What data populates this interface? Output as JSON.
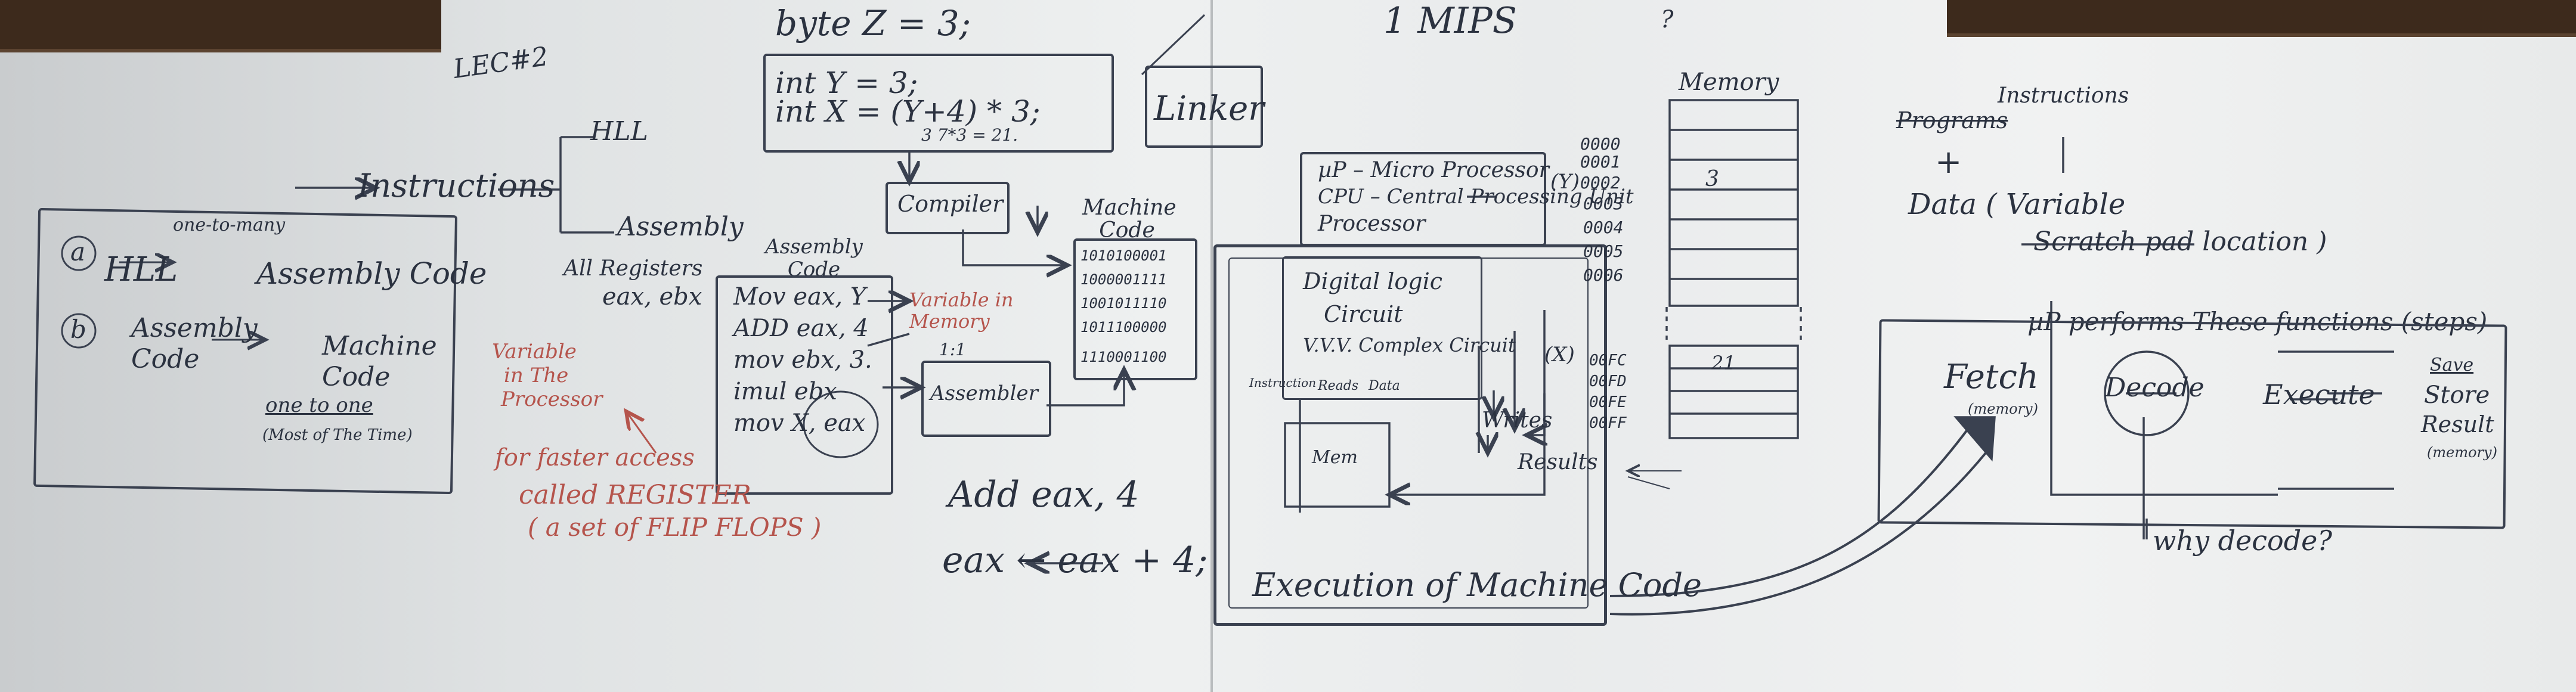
{
  "lecture": "LEC#2",
  "top_note": "byte Z = 3;",
  "mips": "1 MIPS",
  "q_mark": "?",
  "code": {
    "line1": "int Y = 3;",
    "line2": "int X = (Y+4) * 3;",
    "sub": "3   7*3 = 21."
  },
  "linker": "Linker",
  "instructions": "Instructions",
  "hll": "HLL",
  "assembly": "Assembly",
  "left_box": {
    "one_to_many": "one-to-many",
    "a": "a",
    "hll": "HLL",
    "assembly_code": "Assembly Code",
    "b": "b",
    "assembly_code2": "Assembly Code",
    "machine_code": "Machine Code",
    "one_to_one": "one to one",
    "most": "(Most of The Time)"
  },
  "registers": {
    "line1": "All Registers",
    "line2": "eax, ebx"
  },
  "asm": {
    "title": "Assembly Code",
    "lines": [
      "Mov eax, Y",
      "ADD eax, 4",
      "mov ebx, 3.",
      "imul ebx",
      "mov X, eax"
    ]
  },
  "var_memory": "Variable in Memory",
  "var_processor": {
    "line1": "Variable",
    "line2": "in The",
    "line3": "Processor"
  },
  "register_note": {
    "line1": "for faster access",
    "line2": "called REGISTER",
    "line3": "( a set of FLIP FLOPS )"
  },
  "compiler": "Compiler",
  "assembler": "Assembler",
  "one_one": "1:1",
  "machine": {
    "title": "Machine Code",
    "lines": [
      "1010100001",
      "1000001111",
      "1001011110",
      "1011100000",
      "1110001100"
    ]
  },
  "add_eq": {
    "line1": "Add eax, 4",
    "line2": "eax ← eax + 4;"
  },
  "up": {
    "line1": "µP – Micro Processor",
    "line2": "CPU – Central Processing Unit",
    "line3": "Processor"
  },
  "exec": {
    "digital": "Digital logic",
    "circuit": "Circuit",
    "uvv": "V.V.V. Complex Circuit",
    "instruction": "Instruction",
    "reads": "Reads",
    "data": "Data",
    "mem": "Mem",
    "writes": "Writes",
    "results": "Results",
    "title": "Execution of Machine Code"
  },
  "memory": {
    "title": "Memory",
    "addresses": [
      "0000",
      "0001",
      "0002",
      "0003",
      "0004",
      "0005",
      "0006"
    ],
    "y_label": "(Y)",
    "y_value": "3",
    "x_label": "(X)",
    "addresses_high": [
      "00FC",
      "00FD",
      "00FE",
      "00FF"
    ],
    "x_value": "21"
  },
  "program": {
    "instructions": "Instructions",
    "programs": "Programs",
    "plus": "+",
    "data": "Data",
    "variable": "( Variable",
    "scratch": "Scratch pad location )"
  },
  "steps": {
    "title": "µP performs These functions (steps)",
    "fetch": "Fetch",
    "fetch_sub": "(memory)",
    "decode": "Decode",
    "execute": "Execute",
    "save": "Save",
    "store": "Store",
    "result": "Result",
    "result_sub": "(memory)",
    "why": "why decode?"
  }
}
